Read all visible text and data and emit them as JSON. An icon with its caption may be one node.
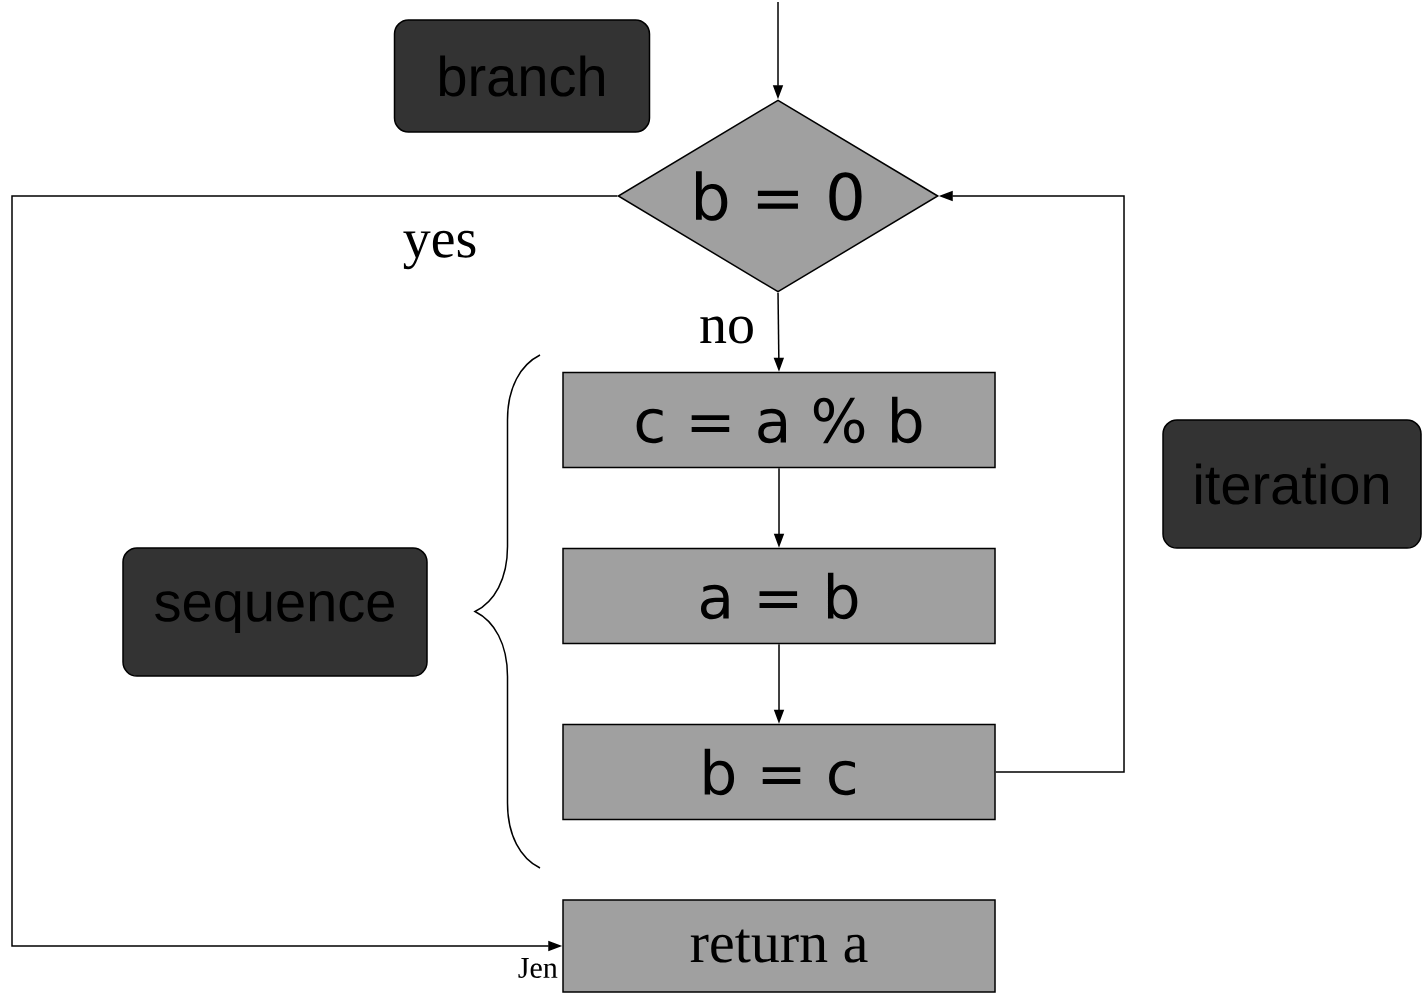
{
  "diagram": {
    "nodes": [
      {
        "text": [
          "branch"
        ]
      },
      {
        "text": [
          "b = 0"
        ]
      },
      {
        "text": [
          "c = a % b"
        ]
      },
      {
        "text": [
          "iteration"
        ]
      },
      {
        "text": [
          "sequence"
        ]
      },
      {
        "text": [
          "a = b"
        ]
      },
      {
        "text": [
          "b = c"
        ]
      },
      {
        "text": [
          "return a"
        ]
      }
    ],
    "edges": [
      {
        "from": null,
        "to": 1,
        "arrow": "to"
      },
      {
        "from": 1,
        "to": 2,
        "arrow": "to",
        "label": "no"
      },
      {
        "from": 2,
        "to": 5,
        "arrow": "to"
      },
      {
        "from": 5,
        "to": 6,
        "arrow": "to"
      },
      {
        "from": 6,
        "to": 1,
        "arrow": "to"
      },
      {
        "from": 1,
        "to": 7,
        "arrow": "to",
        "label": "yes"
      }
    ],
    "labels": [
      "Jen"
    ]
  }
}
